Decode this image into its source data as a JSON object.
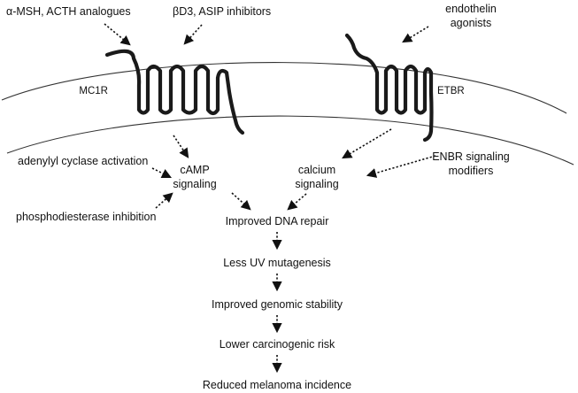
{
  "receptors": {
    "mc1r": "MC1R",
    "etbr": "ETBR"
  },
  "inputs": {
    "msh_line": "α-MSH, ACTH analogues",
    "bd3_line": "βD3, ASIP inhibitors",
    "endothelin_line1": "endothelin",
    "endothelin_line2": "agonists",
    "adenylyl": "adenylyl cyclase activation",
    "pde": "phosphodiesterase inhibition",
    "enbr_line1": "ENBR signaling",
    "enbr_line2": "modifiers"
  },
  "pathways": {
    "camp_line1": "cAMP",
    "camp_line2": "signaling",
    "calcium_line1": "calcium",
    "calcium_line2": "signaling"
  },
  "outcomes": [
    "Improved DNA repair",
    "Less UV mutagenesis",
    "Improved genomic stability",
    "Lower carcinogenic risk",
    "Reduced melanoma incidence"
  ]
}
